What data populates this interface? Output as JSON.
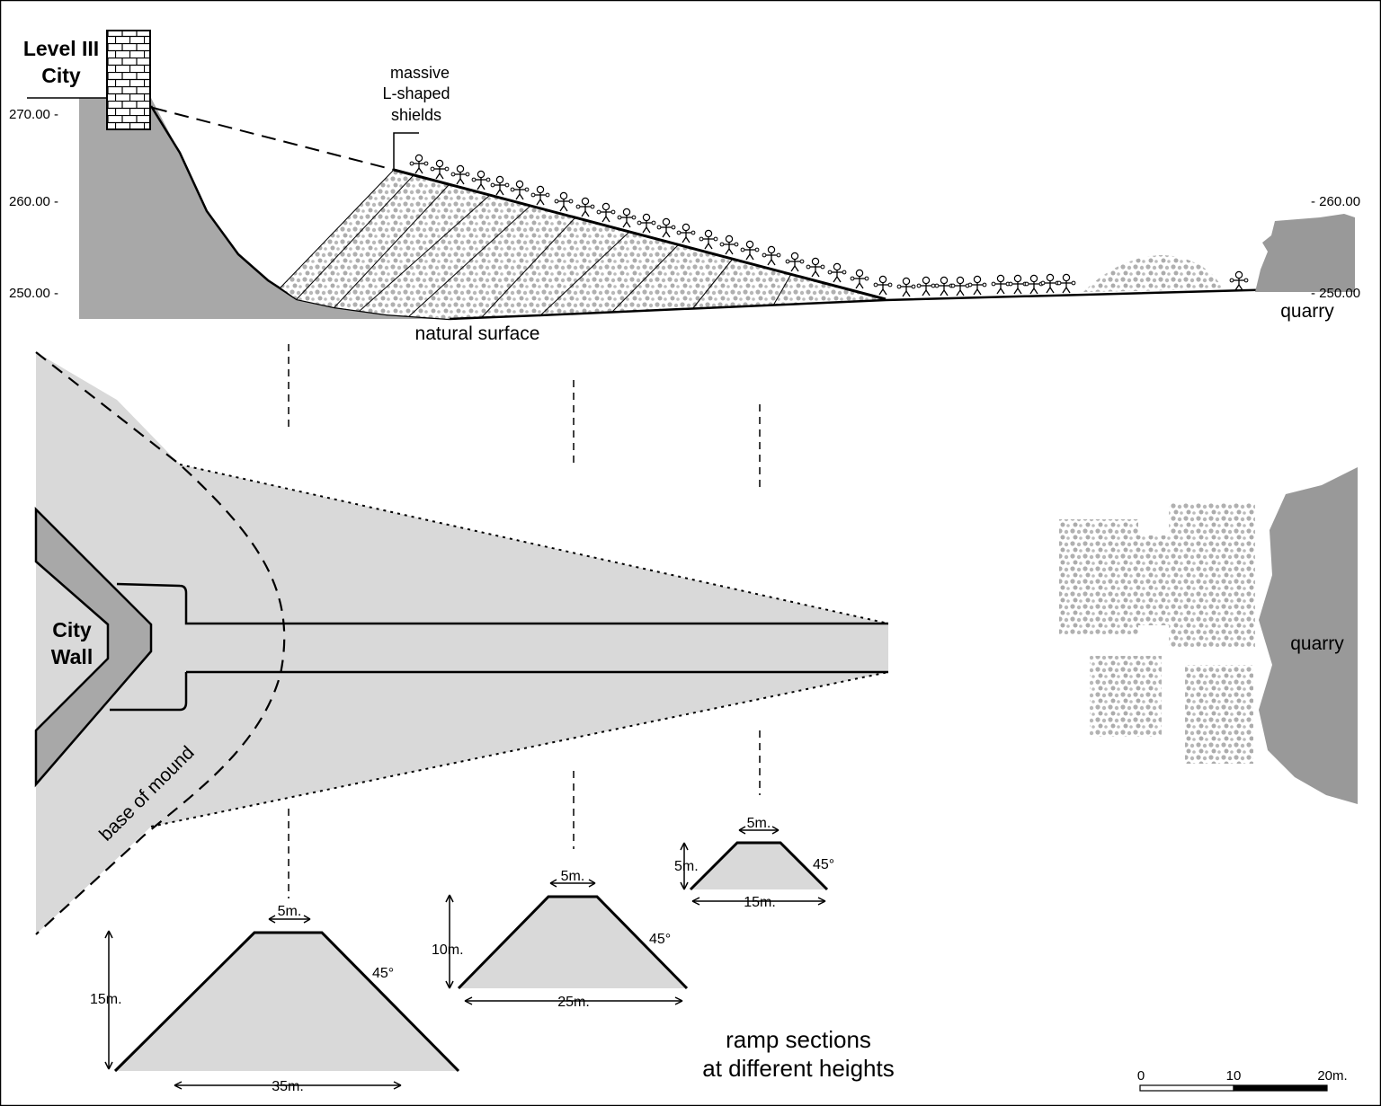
{
  "colors": {
    "fill_light": "#d9d9d9",
    "fill_mid": "#a8a8a8",
    "fill_dark": "#999999",
    "stone_dot": "#b0b0b0",
    "ink": "#000000",
    "background": "#ffffff"
  },
  "profile": {
    "city_label_line1": "Level III",
    "city_label_line2": "City",
    "shield_label_line1": "massive",
    "shield_label_line2": "L-shaped",
    "shield_label_line3": "shields",
    "natural_surface": "natural surface",
    "quarry": "quarry",
    "elevations_left": [
      "270.00 -",
      "260.00 -",
      "250.00 -"
    ],
    "elevations_right": [
      "- 260.00",
      "- 250.00"
    ]
  },
  "plan": {
    "city_wall_line1": "City",
    "city_wall_line2": "Wall",
    "base_of_mound": "base of mound",
    "quarry": "quarry"
  },
  "sections": {
    "caption_line1": "ramp sections",
    "caption_line2": "at different heights",
    "large": {
      "top_width": "5m.",
      "height": "15m.",
      "base_width": "35m.",
      "angle": "45°"
    },
    "medium": {
      "top_width": "5m.",
      "height": "10m.",
      "base_width": "25m.",
      "angle": "45°"
    },
    "small": {
      "top_width": "5m.",
      "height": "5m.",
      "base_width": "15m.",
      "angle": "45°"
    }
  },
  "scale_bar": {
    "tick_0": "0",
    "tick_10": "10",
    "tick_20": "20m."
  },
  "icons": [
    "worker-figure-icon",
    "brick-wall-icon",
    "arrow-icon"
  ]
}
